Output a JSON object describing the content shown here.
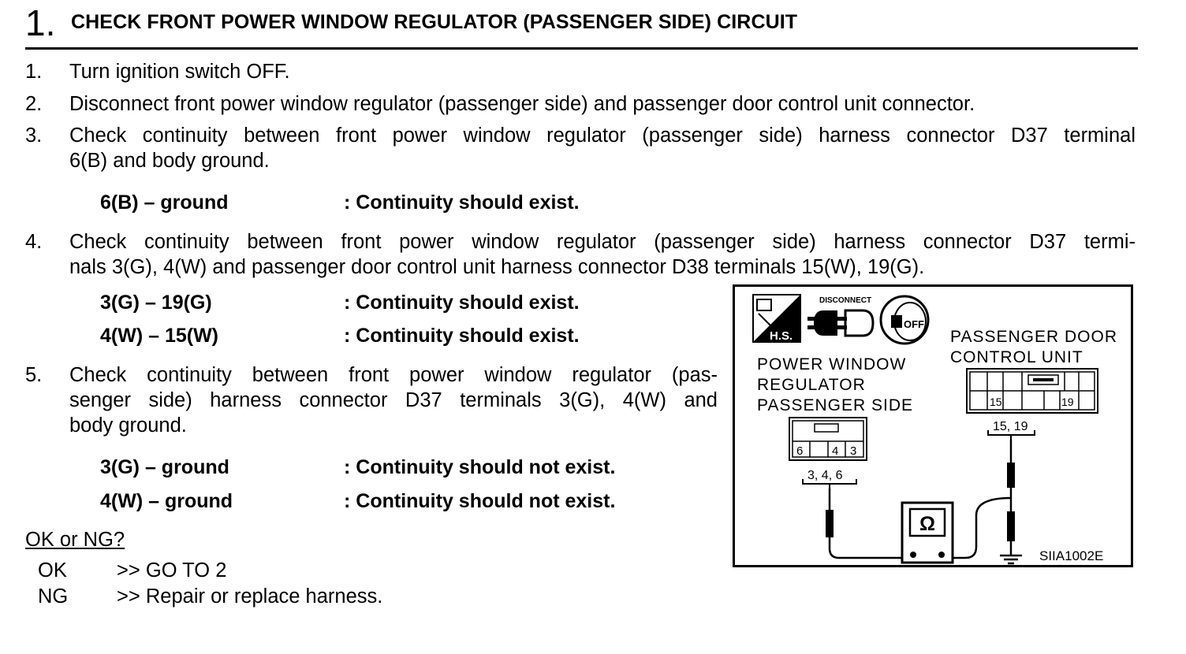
{
  "step": {
    "number": "1.",
    "title": "CHECK FRONT POWER WINDOW REGULATOR (PASSENGER SIDE) CIRCUIT"
  },
  "items": [
    {
      "num": "1.",
      "lines": [
        "Turn ignition switch OFF."
      ]
    },
    {
      "num": "2.",
      "lines": [
        "Disconnect front power window regulator (passenger side) and passenger door control unit connector."
      ]
    },
    {
      "num": "3.",
      "lines": [
        "Check continuity between front power window regulator (passenger side) harness connector D37 terminal",
        "6(B) and body ground."
      ]
    },
    {
      "num": "4.",
      "lines": [
        "Check continuity between front power window regulator (passenger side) harness connector D37 termi-",
        "nals 3(G), 4(W) and passenger door control unit harness connector D38 terminals 15(W), 19(G)."
      ]
    },
    {
      "num": "5.",
      "lines": [
        "Check continuity between front power window regulator (pas-",
        "senger side) harness connector D37  terminals 3(G), 4(W) and",
        "body ground."
      ]
    }
  ],
  "specs": {
    "s1": [
      {
        "term": "6(B) –  ground",
        "result": ": Continuity should exist."
      }
    ],
    "s2": [
      {
        "term": "3(G)  – 19(G)",
        "result": ": Continuity should exist."
      },
      {
        "term": "4(W) – 15(W)",
        "result": ": Continuity should exist."
      }
    ],
    "s3": [
      {
        "term": "3(G)  – ground",
        "result": ": Continuity should not exist."
      },
      {
        "term": "4(W) – ground",
        "result": ": Continuity should not exist."
      }
    ]
  },
  "decision": {
    "question": "OK or NG?",
    "ok_label": "OK",
    "ok_action": ">> GO TO 2",
    "ng_label": "NG",
    "ng_action": ">> Repair or replace harness."
  },
  "diagram": {
    "hs_label": "H.S.",
    "disconnect_label": "DISCONNECT",
    "off_label": "OFF",
    "left_connector_title": [
      "POWER WINDOW",
      "REGULATOR",
      "PASSENGER SIDE"
    ],
    "right_connector_title": [
      "PASSENGER DOOR",
      "CONTROL UNIT"
    ],
    "left_terminals": [
      "6",
      "4",
      "3"
    ],
    "right_terminals": [
      "15",
      "19"
    ],
    "left_probe_label": "3, 4, 6",
    "right_probe_label": "15, 19",
    "ohm_symbol": "Ω",
    "figure_code": "SIIA1002E"
  }
}
